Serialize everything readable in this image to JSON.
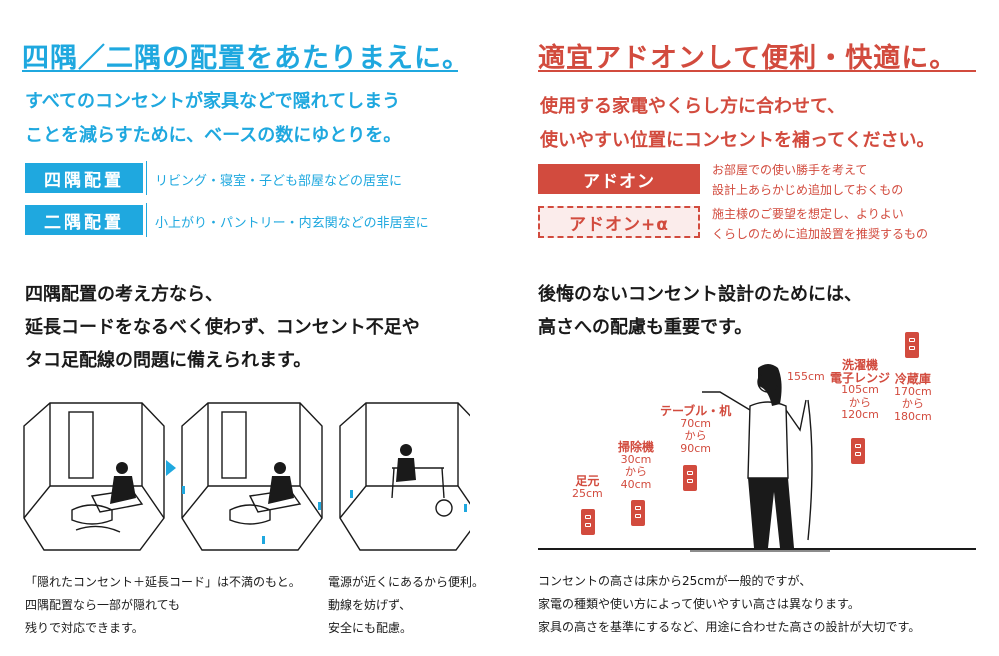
{
  "colors": {
    "accent_blue": "#1fa8df",
    "accent_red": "#d24b3e",
    "text": "#1a1a1a"
  },
  "left": {
    "heading": "四隅／二隅の配置をあたりまえに。",
    "lead": [
      "すべてのコンセントが家具などで隠れてしまう",
      "ことを減らすために、ベースの数にゆとりを。"
    ],
    "badges": [
      {
        "label": "四隅配置",
        "desc": "リビング・寝室・子ども部屋などの居室に"
      },
      {
        "label": "二隅配置",
        "desc": "小上がり・パントリー・内玄関などの非居室に"
      }
    ],
    "body": [
      "四隅配置の考え方なら、",
      "延長コードをなるべく使わず、コンセント不足や",
      "タコ足配線の問題に備えられます。"
    ],
    "caption1": [
      "「隠れたコンセント＋延長コード」は不満のもと。",
      "四隅配置なら一部が隠れても",
      "残りで対応できます。"
    ],
    "caption2": [
      "電源が近くにあるから便利。",
      "動線を妨げず、",
      "安全にも配慮。"
    ]
  },
  "right": {
    "heading": "適宜アドオンして便利・快適に。",
    "lead": [
      "使用する家電やくらし方に合わせて、",
      "使いやすい位置にコンセントを補ってください。"
    ],
    "addon": {
      "label": "アドオン",
      "desc": [
        "お部屋での使い勝手を考えて",
        "設計上あらかじめ追加しておくもの"
      ]
    },
    "addon_plus": {
      "label": "アドオン+α",
      "desc": [
        "施主様のご要望を想定し、よりよい",
        "くらしのために追加設置を推奨するもの"
      ]
    },
    "body": [
      "後悔のないコンセント設計のためには、",
      "高さへの配慮も重要です。"
    ],
    "heights": [
      {
        "title": "足元",
        "range": [
          "25cm"
        ]
      },
      {
        "title": "掃除機",
        "range": [
          "30cm",
          "から",
          "40cm"
        ]
      },
      {
        "title": "テーブル・机",
        "range": [
          "70cm",
          "から",
          "90cm"
        ]
      },
      {
        "title": "",
        "range": [
          "155cm"
        ]
      },
      {
        "title": "洗濯機",
        "title2": "電子レンジ",
        "range": [
          "105cm",
          "から",
          "120cm"
        ]
      },
      {
        "title": "冷蔵庫",
        "range": [
          "170cm",
          "から",
          "180cm"
        ]
      }
    ],
    "caption": [
      "コンセントの高さは床から25cmが一般的ですが、",
      "家電の種類や使い方によって使いやすい高さは異なります。",
      "家具の高さを基準にするなど、用途に合わせた高さの設計が大切です。"
    ]
  }
}
